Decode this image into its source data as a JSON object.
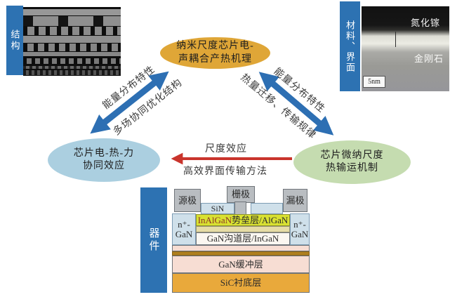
{
  "figure": {
    "nodes": {
      "center": {
        "line1": "纳米尺度芯片电-",
        "line2": "声耦合产热机理"
      },
      "left": {
        "line1": "芯片电-热-力",
        "line2": "协同效应"
      },
      "right": {
        "line1": "芯片微纳尺度",
        "line2": "热输运机制"
      }
    },
    "edges": {
      "left_arrow": {
        "upper_label": "能量分布特性",
        "lower_label": "多场协同优化结构"
      },
      "right_arrow": {
        "upper_label": "能量分布特性",
        "lower_label": "热量迁移、传输规律"
      },
      "red_arrow": {
        "upper_label": "尺度效应",
        "lower_label": "高效界面传输方法"
      }
    }
  },
  "panels": {
    "structure": {
      "label": "结构"
    },
    "material": {
      "label": "材料、界面",
      "region_top": "氮化镓",
      "region_bottom": "金刚石",
      "scale_bar": "5nm"
    },
    "device": {
      "label": "器件",
      "source": "源极",
      "gate": "栅极",
      "drain": "漏极",
      "sin": "SiN",
      "n_plus_line1": "n⁺-",
      "n_plus_line2": "GaN",
      "barrier_prefix": "InAlGaN",
      "barrier_suffix": "势垒层/AlGaN",
      "channel": "GaN沟道层/InGaN",
      "buffer": "GaN缓冲层",
      "substrate": "SiC衬底层"
    }
  },
  "colors": {
    "side_bar_blue": "#2d72b2",
    "arrow_blue": "#2d6fb3",
    "arrow_red": "#c9342c",
    "node_center_fill": "#dfa637",
    "node_left_fill": "#abcfe0",
    "node_right_fill": "#c5dcb0",
    "barrier_fill": "#d9e131",
    "buffer_fill": "#f7ddd3",
    "substrate_fill": "#e9a93b"
  }
}
